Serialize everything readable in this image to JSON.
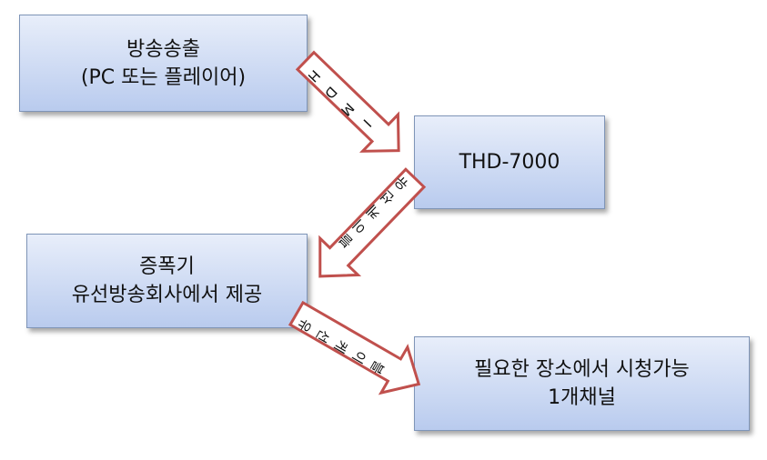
{
  "nodes": {
    "source": {
      "line1": "방송송출",
      "line2": "(PC 또는 플레이어)"
    },
    "thd": {
      "line1": "THD-7000"
    },
    "amp": {
      "line1": "증폭기",
      "line2": "유선방송회사에서 제공"
    },
    "place": {
      "line1": "필요한 장소에서 시청가능",
      "line2": "1개채널"
    }
  },
  "arrows": {
    "hdmi": {
      "chars": [
        "H",
        "D",
        "M",
        "I"
      ]
    },
    "cable1": {
      "chars": [
        "유",
        "선",
        "케",
        "이",
        "블"
      ]
    },
    "cable2": {
      "chars": [
        "유",
        "선",
        "케",
        "이",
        "블"
      ]
    }
  },
  "colors": {
    "box_top": "#e8eefa",
    "box_bottom": "#b9cbee",
    "box_border": "#7f95b8",
    "arrow_stroke": "#c0504d",
    "arrow_fill": "#ffffff"
  }
}
